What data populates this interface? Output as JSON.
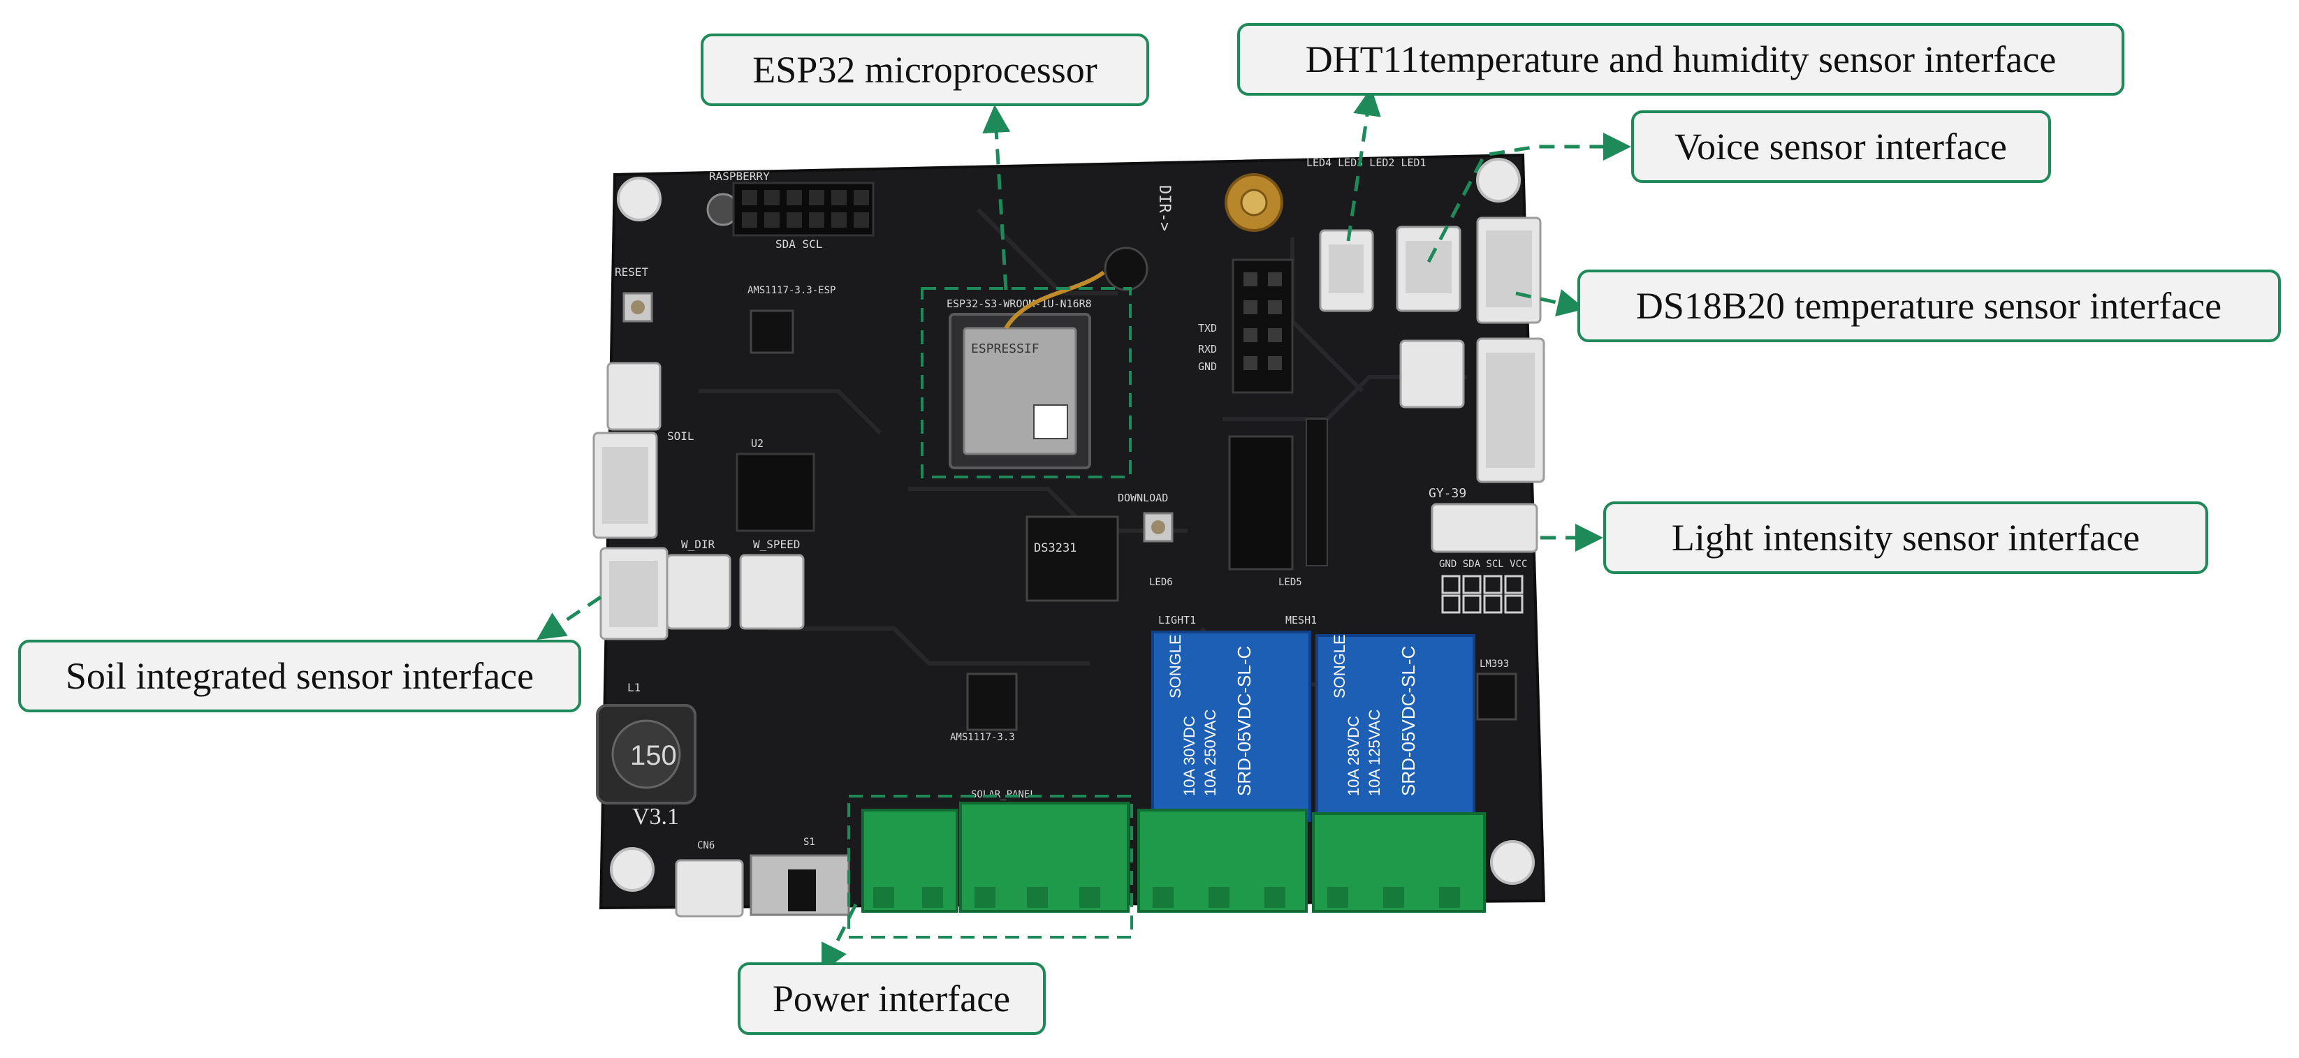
{
  "labels": {
    "esp32": "ESP32 microprocessor",
    "dht11": "DHT11temperature and humidity sensor interface",
    "voice": "Voice sensor interface",
    "ds18b20": "DS18B20 temperature sensor  interface",
    "light": "Light intensity sensor interface",
    "soil": "Soil integrated sensor interface",
    "power": "Power interface"
  },
  "board": {
    "version": "V3.1",
    "module_name": "ESP32-S3-WROOM-1U-N16R8",
    "module_brand": "ESPRESSIF",
    "rtc_chip": "DS3231",
    "relay_brand": "SONGLE",
    "relay_model": "SRD-05VDC-SL-C",
    "relay_ratings": [
      "10A 250VAC",
      "10A 125VAC",
      "10A 30VDC",
      "10A 28VDC"
    ],
    "inductor_marking": "150",
    "silkscreen": {
      "reset": "RESET",
      "download": "DOWNLOAD",
      "soil": "SOIL",
      "w_dir": "W_DIR",
      "w_speed": "W_SPEED",
      "gy39": "GY-39",
      "gy39_pins": "GND SDA SCL VCC",
      "light1": "LIGHT1",
      "mesh1": "MESH1",
      "solar_panel": "SOLAR_PANEL",
      "raspberry": "RASPBERRY",
      "sda_scl": "SDA SCL",
      "ams_esp": "AMS1117-3.3-ESP",
      "lm393": "LM393",
      "ams_lower": "AMS1117-3.3",
      "dir": "DIR->",
      "u2": "U2",
      "l1": "L1",
      "s1": "S1",
      "cn6": "CN6",
      "led_row": "LED4 LED3 LED2 LED1",
      "led5": "LED5",
      "led6": "LED6",
      "txd": "TXD",
      "rxd": "RXD",
      "gnd": "GND"
    }
  },
  "colors": {
    "accent": "#1e8a5a",
    "label_fill": "#f2f2f2",
    "pcb": "#1b1b1d",
    "connector_white": "#e6e6e6",
    "terminal_green": "#1f9a4a",
    "relay_blue": "#1d5fb4"
  }
}
